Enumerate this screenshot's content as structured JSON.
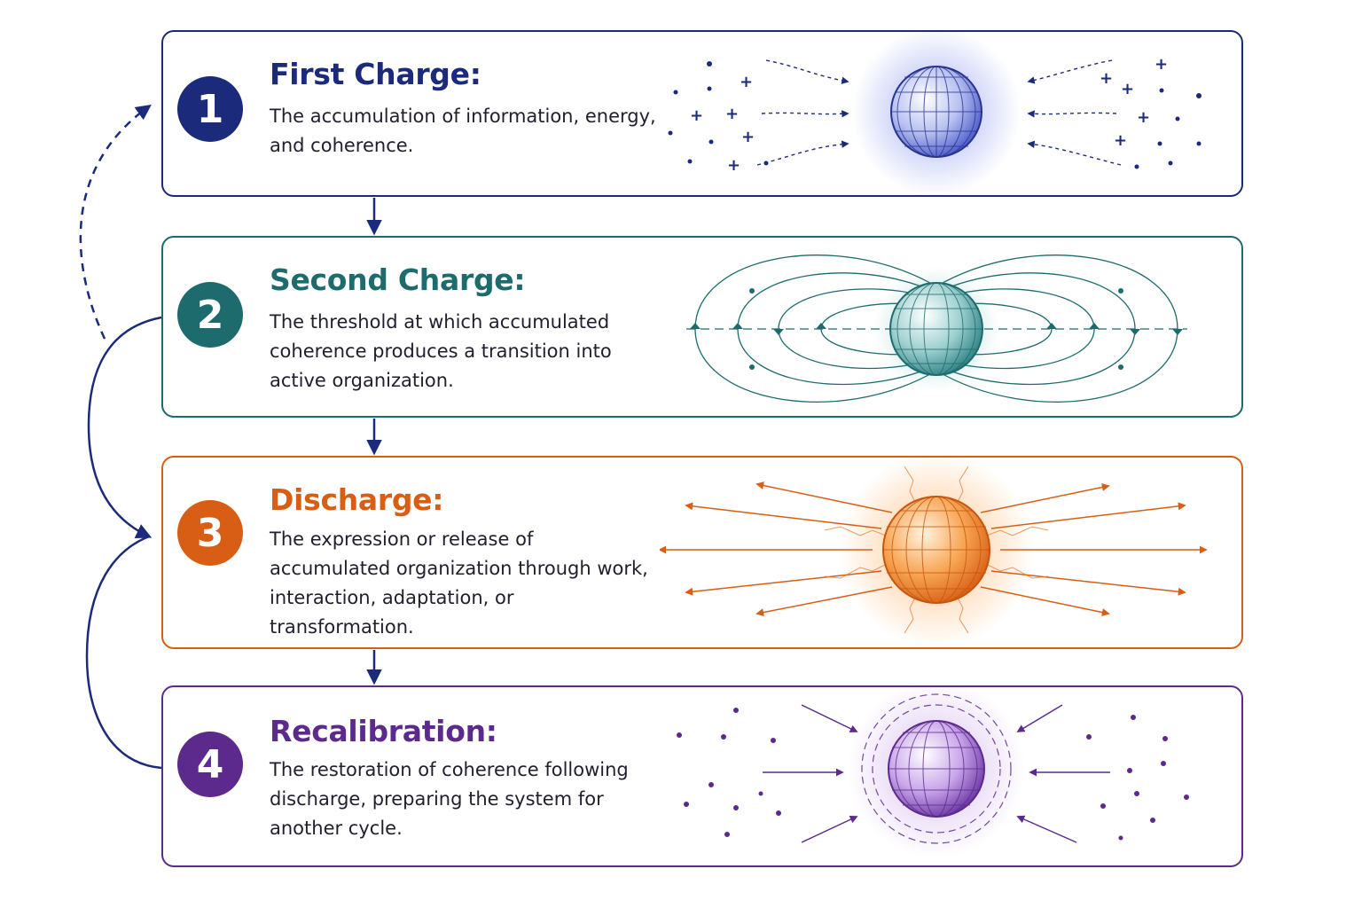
{
  "colors": {
    "stage1": "#1b2a7a",
    "stage2": "#1e6b6d",
    "stage3": "#d85e16",
    "stage4": "#5b2a8c",
    "connector": "#1b2a7a"
  },
  "stages": [
    {
      "number": "1",
      "title": "First Charge:",
      "description": "The accumulation of information, energy, and coherence.",
      "icon": "charging-sphere-icon"
    },
    {
      "number": "2",
      "title": "Second Charge:",
      "description": "The threshold at which accumulated coherence produces a transition into active organization.",
      "icon": "field-lines-sphere-icon"
    },
    {
      "number": "3",
      "title": "Discharge:",
      "description": "The expression or release of accumulated organization through work, interaction, adaptation, or transformation.",
      "icon": "radiating-sphere-icon"
    },
    {
      "number": "4",
      "title": "Recalibration:",
      "description": "The restoration of coherence following discharge, preparing the system for another cycle.",
      "icon": "converging-sphere-icon"
    }
  ]
}
